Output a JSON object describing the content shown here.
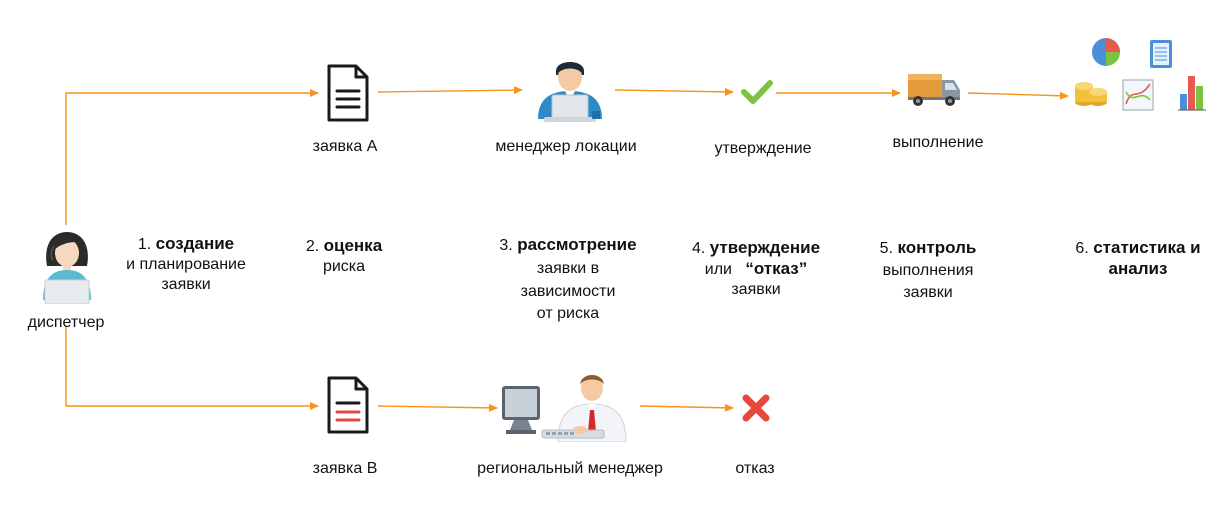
{
  "nodes": {
    "dispatcher": "диспетчер",
    "request_a": "заявка А",
    "location_manager": "менеджер локации",
    "approval": "утверждение",
    "execution": "выполнение",
    "request_b": "заявка В",
    "regional_manager": "региональный менеджер",
    "rejection": "отказ"
  },
  "steps": [
    {
      "num": "1.",
      "bold": "создание",
      "lines": [
        "и планирование",
        "заявки"
      ]
    },
    {
      "num": "2.",
      "bold": "оценка",
      "lines": [
        "риска"
      ]
    },
    {
      "num": "3.",
      "bold": "рассмотрение",
      "lines": [
        "заявки в",
        "зависимости",
        "от риска"
      ]
    },
    {
      "num": "4.",
      "bold": "утверждение",
      "or_text": "или",
      "bold2": "“отказ”",
      "lines": [
        "заявки"
      ]
    },
    {
      "num": "5.",
      "bold": "контроль",
      "lines": [
        "выполнения",
        "заявки"
      ]
    },
    {
      "num": "6.",
      "bold": "статистика и",
      "bold_line2": "анализ"
    }
  ],
  "icons": {
    "dispatcher": "female-operator-icon",
    "request_a": "document-icon",
    "location_manager": "manager-laptop-icon",
    "approval": "checkmark-icon",
    "execution": "delivery-truck-icon",
    "statistics": "charts-coins-icon",
    "request_b": "document-red-icon",
    "regional_manager": "manager-computer-icon",
    "rejection": "red-cross-icon"
  },
  "colors": {
    "arrow": "#F7941D",
    "check": "#7DC242",
    "cross": "#E8483B",
    "manager_shirt": "#2E8BC9"
  }
}
